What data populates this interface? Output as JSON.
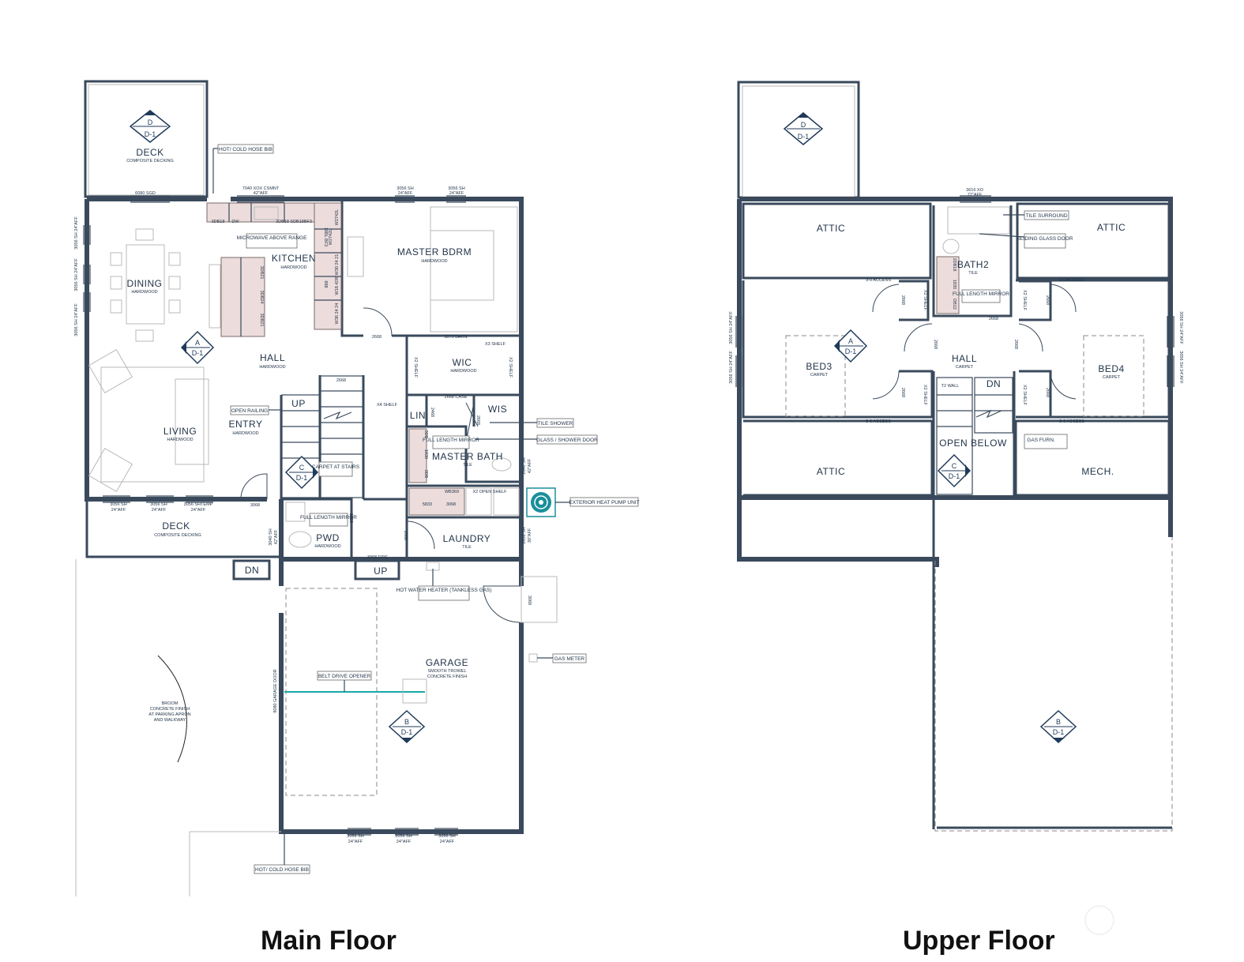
{
  "titles": {
    "main_floor": "Main Floor",
    "upper_floor": "Upper Floor"
  },
  "main": {
    "rooms": {
      "deck_top": "DECK",
      "deck_top_sub": "COMPOSITE DECKING",
      "dining": "DINING",
      "dining_sub": "HARDWOOD",
      "kitchen": "KITCHEN",
      "kitchen_sub": "HARDWOOD",
      "master_bdrm": "MASTER BDRM",
      "master_bdrm_sub": "HARDWOOD",
      "hall": "HALL",
      "hall_sub": "HARDWOOD",
      "wic": "WIC",
      "wic_sub": "HARDWOOD",
      "living": "LIVING",
      "living_sub": "HARDWOOD",
      "entry": "ENTRY",
      "entry_sub": "HARDWOOD",
      "lin": "LIN",
      "wis": "WIS",
      "master_bath": "MASTER BATH",
      "master_bath_sub": "TILE",
      "laundry": "LAUNDRY",
      "laundry_sub": "TILE",
      "pwd": "PWD",
      "pwd_sub": "HARDWOOD",
      "deck_bottom": "DECK",
      "deck_bottom_sub": "COMPOSITE DECKING",
      "garage": "GARAGE",
      "garage_sub1": "SMOOTH TROWEL",
      "garage_sub2": "CONCRETE FINISH",
      "broom1": "BROOM",
      "broom2": "CONCRETE FINISH",
      "broom3": "AT PARKING APRON",
      "broom4": "AND WALKWAY"
    },
    "labels": {
      "up1": "UP",
      "up2": "UP",
      "dn": "DN",
      "w_6080": "6080 SGD",
      "w_7040": "7040 XOX CSMNT",
      "w_7040b": "42\"AFF",
      "w_3056a": "3056 SH",
      "w_3056a2": "24\"AFF",
      "w_3056b": "3056 SH",
      "w_3056b2": "24\"AFF",
      "w_2668a": "2668",
      "w_3070": "3070 BARN",
      "x3shelf": "X3 SHELF",
      "x2shelf": "X2 SHELF",
      "x2shelf2": "X2 SHELF",
      "d_2668b": "2668",
      "d_2668case": "2668 CASE",
      "x4shelf": "X4 SHELF",
      "d_2668c": "2668",
      "d_2468": "2468",
      "w_3056c": "3056 SH",
      "w_3056c2": "24\"AFF",
      "w_3056d": "3056 SH",
      "w_3056d2": "24\"AFF",
      "w_3056temp": "3056 SHTEMP",
      "w_3056temp2": "24\"AFF",
      "d_3068": "3068",
      "d_2468b": "2468",
      "w_3040": "3040 SH",
      "w_3040b": "42\"AFF",
      "d_3068fire": "3068 FIRE",
      "d_2668d": "2668",
      "w_2640": "2640 SH",
      "w_2640b": "42\"AFF",
      "w_2656": "2656 SH",
      "w_2656b": "30\"AFF",
      "d_3068b": "3068",
      "w_3056e": "3056 SH",
      "w_3056e2": "24\"AFF",
      "w_3056f": "3056 SH",
      "w_3056f2": "24\"AFF",
      "w_3056g": "3056 SH",
      "w_3056g2": "24\"AFF",
      "garage_door": "9080 GARAGE DOOR",
      "side_3056a": "3056 SH 24\"AFF",
      "side_3056b": "3056 SH 24\"AFF",
      "side_3056c": "3056 SH 24\"AFF",
      "x2openshelf": "X2 OPEN SHELF",
      "wb": "WB369",
      "b3068": "3068",
      "s3": "5833",
      "db": "3DB18",
      "db2": "3DB18 SDB18BF3",
      "dw": "DW",
      "b18": "18BL BF3",
      "w27": "W2742L",
      "w30": "W2742L",
      "w3": "W30 24 21",
      "w4": "W18 42R",
      "w5": "W36 24 24",
      "b888": "888",
      "i1": "3DB21",
      "i2": "3DB24",
      "i3": "3DB21",
      "v1": "3DB",
      "v2": "1830",
      "v3": "3DB"
    },
    "callouts": {
      "hose_top": "HOT/ COLD HOSE BIB",
      "microwave": "MICROWAVE ABOVE RANGE",
      "open_railing": "OPEN RAILING",
      "carpet_stairs": "CARPET AT STAIRS",
      "tile_shower": "TILE SHOWER",
      "glass_door": "GLASS / SHOWER DOOR",
      "full_mirror": "FULL LENGTH MIRROR",
      "full_mirror2": "FULL LENGTH MIRROR",
      "heat_pump": "EXTERIOR HEAT PUMP UNIT",
      "water_heater": "HOT WATER HEATER (TANKLESS GAS)",
      "gas_meter": "GAS METER",
      "belt_drive": "BELT DRIVE OPENER",
      "hose_bottom": "HOT/ COLD HOSE BIB"
    },
    "markers": {
      "d": {
        "top": "D",
        "bottom": "D-1"
      },
      "a": {
        "top": "A",
        "bottom": "D-1"
      },
      "c": {
        "top": "C",
        "bottom": "D-1"
      },
      "b": {
        "top": "B",
        "bottom": "D-1"
      }
    }
  },
  "upper": {
    "rooms": {
      "attic1": "ATTIC",
      "attic2": "ATTIC",
      "attic3": "ATTIC",
      "bath2": "BATH2",
      "bath2_sub": "TILE",
      "bed3": "BED3",
      "bed3_sub": "CARPET",
      "bed4": "BED4",
      "bed4_sub": "CARPET",
      "hall": "HALL",
      "hall_sub": "CARPET",
      "open_below": "OPEN BELOW",
      "mech": "MECH."
    },
    "labels": {
      "w_3616": "3616 XO",
      "w_3616b": "72\"AFF",
      "acc1": "3-0 ACCESS",
      "acc2": "3-0 ACCESS",
      "acc3": "3-0 ACCESS",
      "acc4": "3-0 ACCESS",
      "d1": "2668",
      "d2": "2668",
      "d3": "2668",
      "d4": "2668",
      "d5": "2668",
      "d6": "2668",
      "d7": "2668",
      "s1": "X2 SHELF",
      "s2": "X2 SHELF",
      "s3": "X2 SHELF",
      "s4": "X2 SHELF",
      "t2wall": "T2 WALL",
      "dn": "DN",
      "side_l1": "3056 SH 24\"AFF",
      "side_l2": "3056 SH 24\"AFF",
      "side_r1": "3056 SH 24\"AFF",
      "side_r2": "3056 SH 24\"AFF",
      "vanity": "2DB18",
      "vanity2": "1830",
      "vanity3": "DB12"
    },
    "callouts": {
      "tile_surround": "TILE SURROUND",
      "sliding_glass": "SLIDING GLASS DOOR",
      "full_mirror": "FULL LENGTH MIRROR",
      "gas_furn": "GAS FURN."
    },
    "markers": {
      "d": {
        "top": "D",
        "bottom": "D-1"
      },
      "a": {
        "top": "A",
        "bottom": "D-1"
      },
      "c": {
        "top": "C",
        "bottom": "D-1"
      },
      "b": {
        "top": "B",
        "bottom": "D-1"
      }
    }
  },
  "colors": {
    "wall": "#3a4a5c",
    "marker": "#1f3a5a",
    "heat_pump": "#1a8f9a",
    "pipe": "#1aa8a8"
  }
}
